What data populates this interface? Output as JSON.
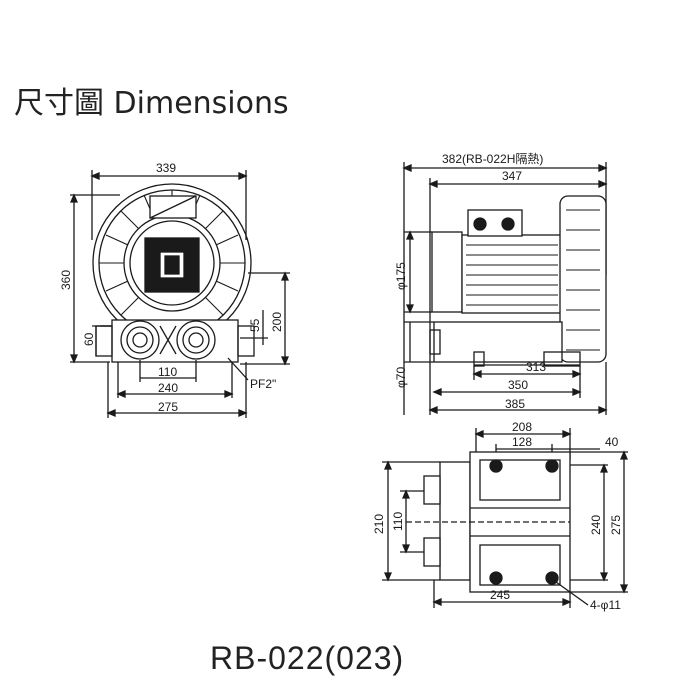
{
  "title": "尺寸圖 Dimensions",
  "model": "RB-022(023)",
  "front_view": {
    "width_339": "339",
    "height_360": "360",
    "flange_60": "60",
    "inlet_200": "200",
    "inlet_55": "55",
    "bolt_110": "110",
    "base_240": "240",
    "base_275": "275",
    "port_label": "PF2\""
  },
  "side_view": {
    "overall_382": "382(RB-022H隔熱)",
    "length_347": "347",
    "motor_dia": "φ175",
    "foot_dia": "φ70",
    "foot_313": "313",
    "foot_350": "350",
    "base_385": "385"
  },
  "top_view": {
    "dim_208": "208",
    "dim_128": "128",
    "dim_40": "40",
    "dim_210": "210",
    "dim_110": "110",
    "dim_240": "240",
    "dim_275": "275",
    "dim_245": "245",
    "holes": "4-φ11"
  }
}
